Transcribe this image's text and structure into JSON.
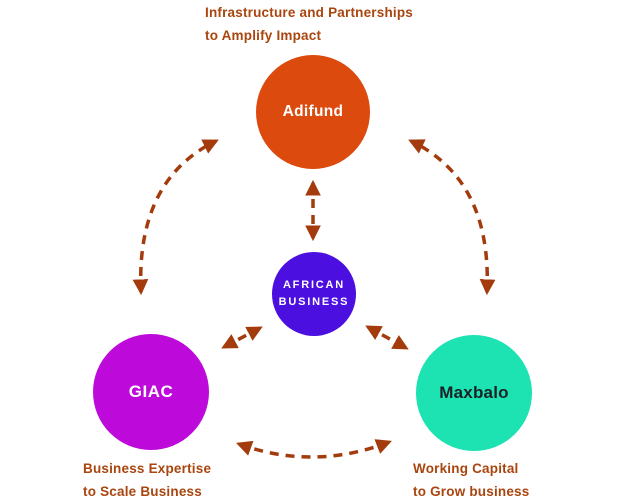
{
  "colors": {
    "background": "#FFFFFF",
    "arrow": "#A33B0D",
    "annotation_text": "#A9450E",
    "node_adifund": "#DC4A0E",
    "node_african_business": "#4B0FDF",
    "node_giac": "#BD0ADB",
    "node_maxbalo": "#1DE2B2",
    "node_label_light": "#FFFFFF",
    "node_label_dark": "#1B2127"
  },
  "diagram": {
    "center_node": {
      "id": "african-business",
      "label_line1": "AFRICAN",
      "label_line2": "BUSINESS"
    },
    "nodes": [
      {
        "id": "adifund",
        "label": "Adifund"
      },
      {
        "id": "giac",
        "label": "GIAC"
      },
      {
        "id": "maxbalo",
        "label": "Maxbalo"
      }
    ],
    "annotations": [
      {
        "id": "adifund-note",
        "line1": "Infrastructure and Partnerships",
        "line2": "to Amplify Impact"
      },
      {
        "id": "giac-note",
        "line1": "Business Expertise",
        "line2": "to Scale Business"
      },
      {
        "id": "maxbalo-note",
        "line1": "Working Capital",
        "line2": "to Grow business"
      }
    ],
    "edges": [
      {
        "from": "adifund",
        "to": "african-business",
        "style": "dashed",
        "bidirectional": true,
        "shape": "straight"
      },
      {
        "from": "giac",
        "to": "african-business",
        "style": "dashed",
        "bidirectional": true,
        "shape": "straight"
      },
      {
        "from": "maxbalo",
        "to": "african-business",
        "style": "dashed",
        "bidirectional": true,
        "shape": "straight"
      },
      {
        "from": "adifund",
        "to": "giac",
        "style": "dashed",
        "bidirectional": true,
        "shape": "curved"
      },
      {
        "from": "adifund",
        "to": "maxbalo",
        "style": "dashed",
        "bidirectional": true,
        "shape": "curved"
      },
      {
        "from": "giac",
        "to": "maxbalo",
        "style": "dashed",
        "bidirectional": true,
        "shape": "curved"
      }
    ]
  }
}
